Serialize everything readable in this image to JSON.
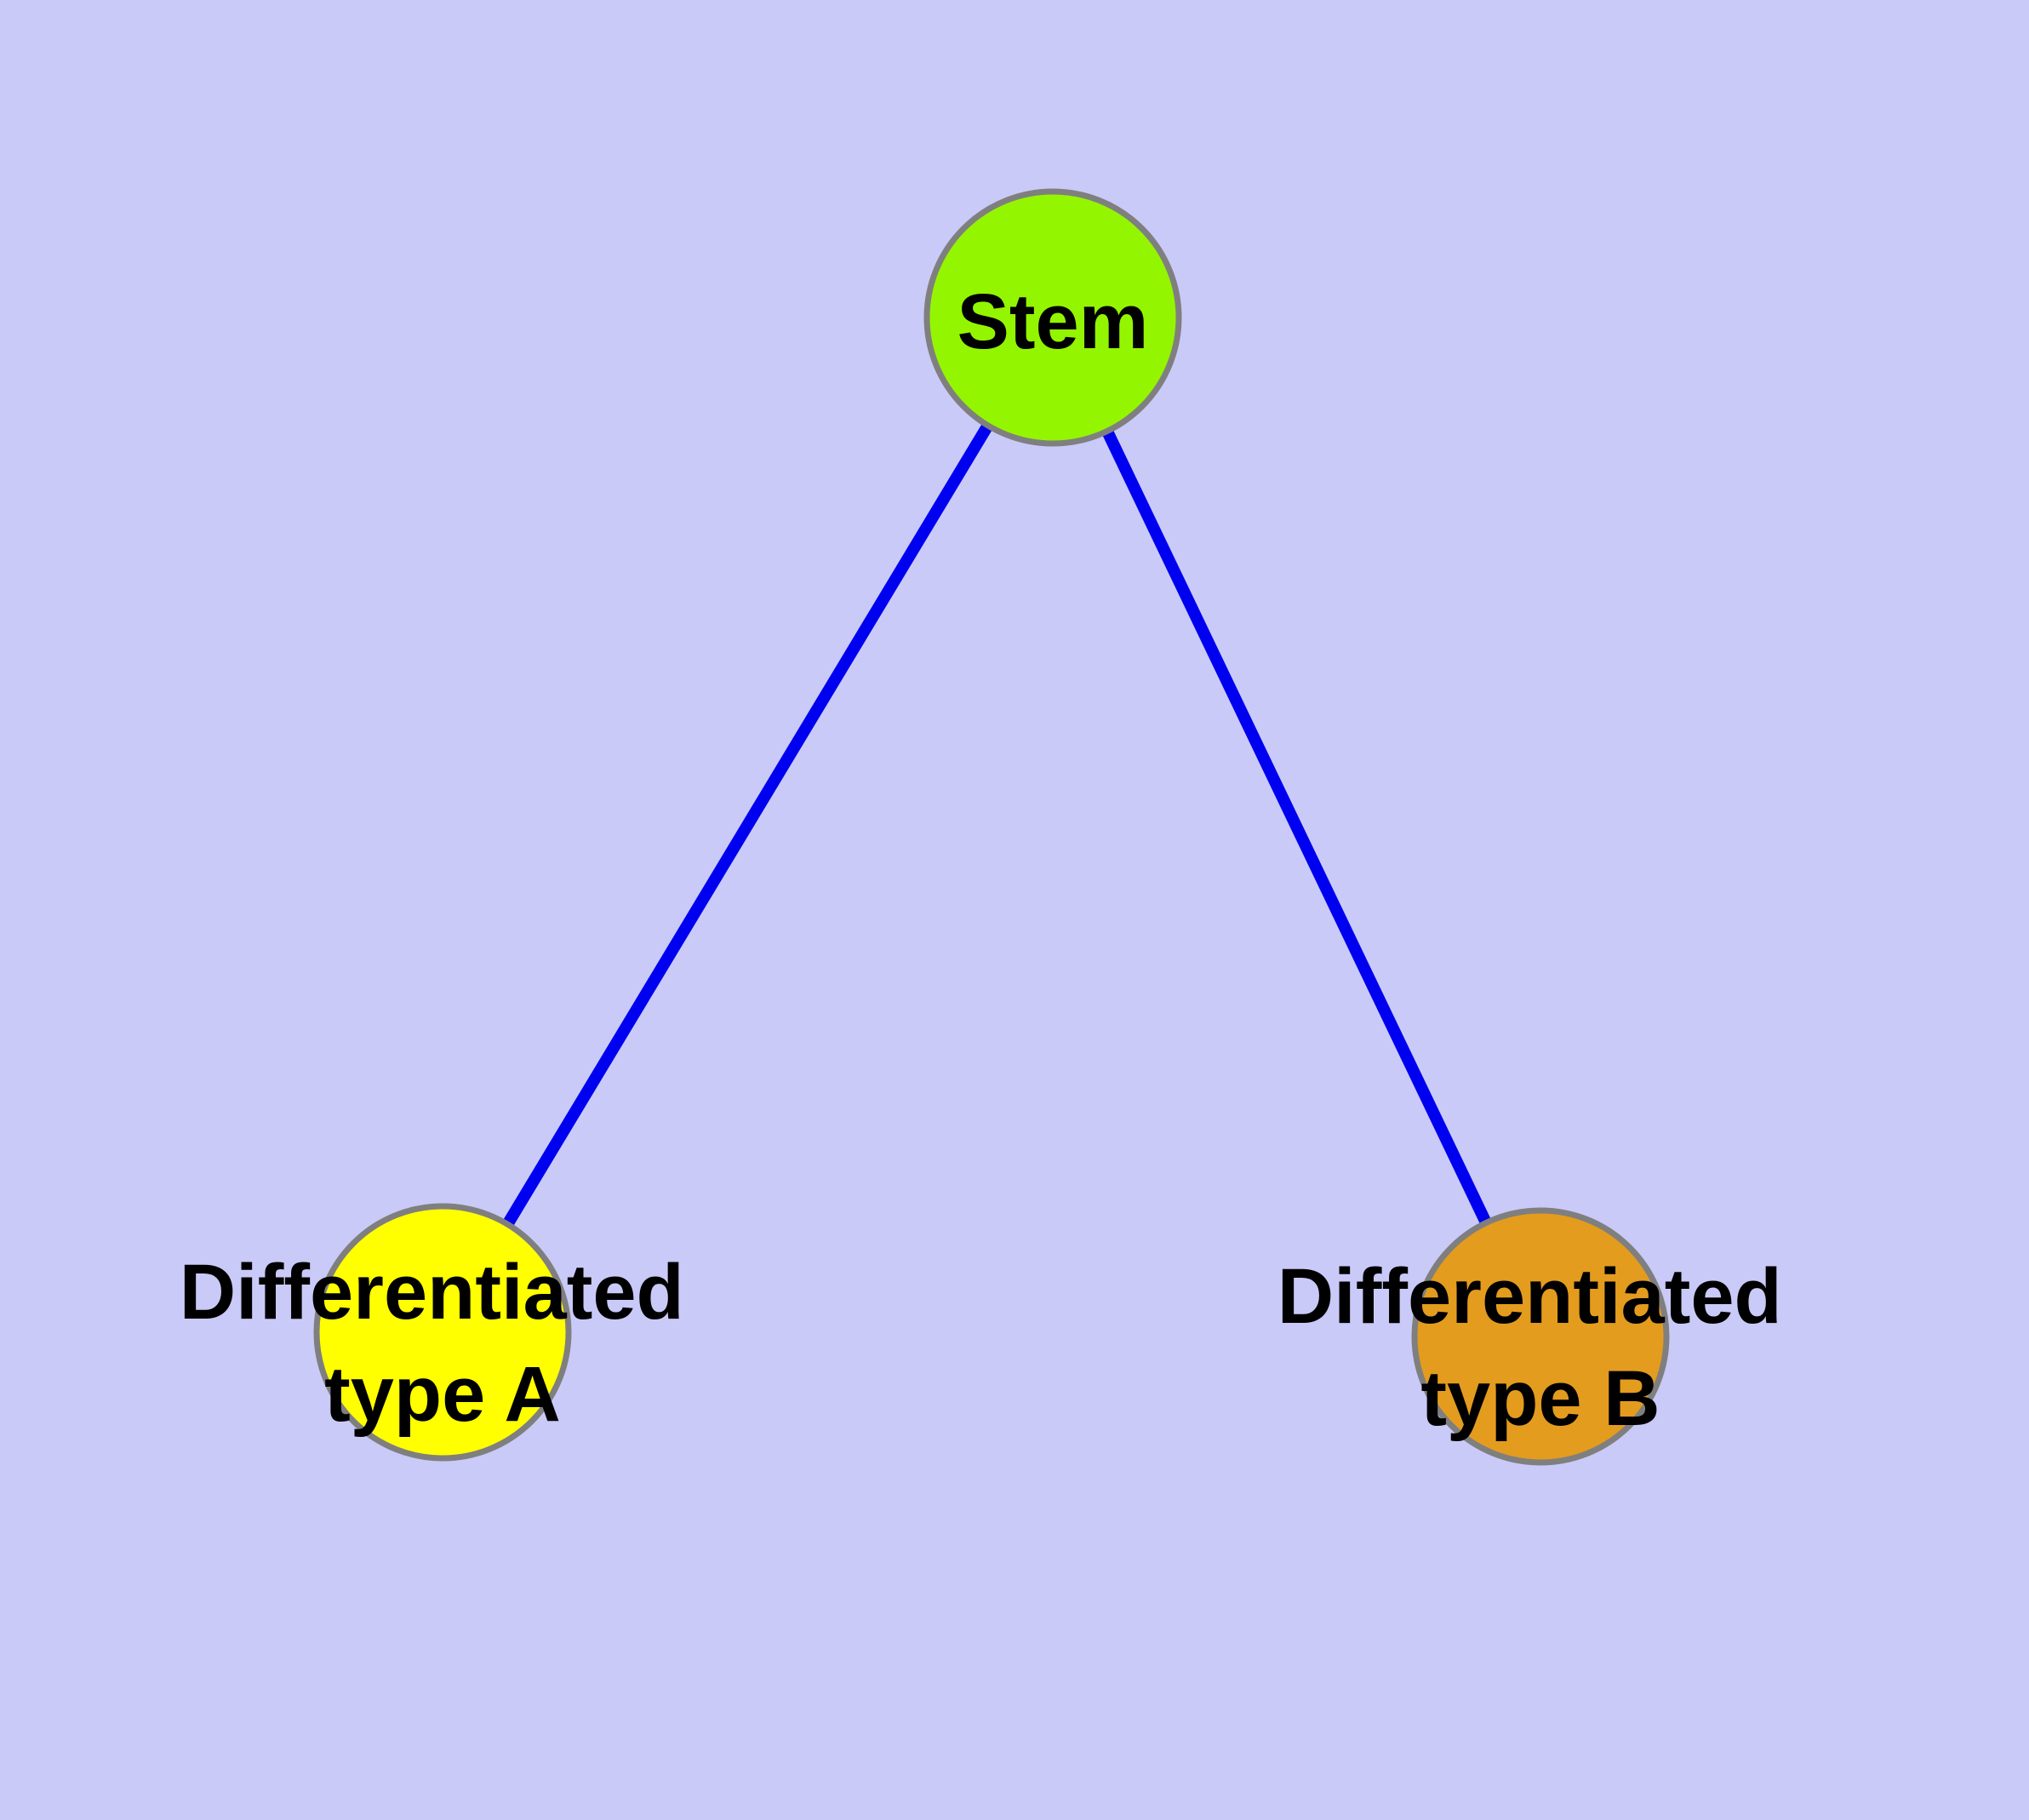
{
  "diagram": {
    "type": "graph",
    "background_color": "#CACAF8",
    "edge_color": "#0000F0",
    "node_border_color": "#7F7F7F",
    "label_color": "#000000",
    "nodes": [
      {
        "id": "stem",
        "label": "Stem",
        "fill": "#94F500"
      },
      {
        "id": "differentiated-type-a",
        "label": "Differentiated type A",
        "label_line1": "Differentiated",
        "label_line2": "type A",
        "fill": "#FFFF00"
      },
      {
        "id": "differentiated-type-b",
        "label": "Differentiated type B",
        "label_line1": "Differentiated",
        "label_line2": "type B",
        "fill": "#E49C1E"
      }
    ],
    "edges": [
      {
        "source": "Stem",
        "target": "Differentiated type A"
      },
      {
        "source": "Stem",
        "target": "Differentiated type B"
      }
    ]
  }
}
